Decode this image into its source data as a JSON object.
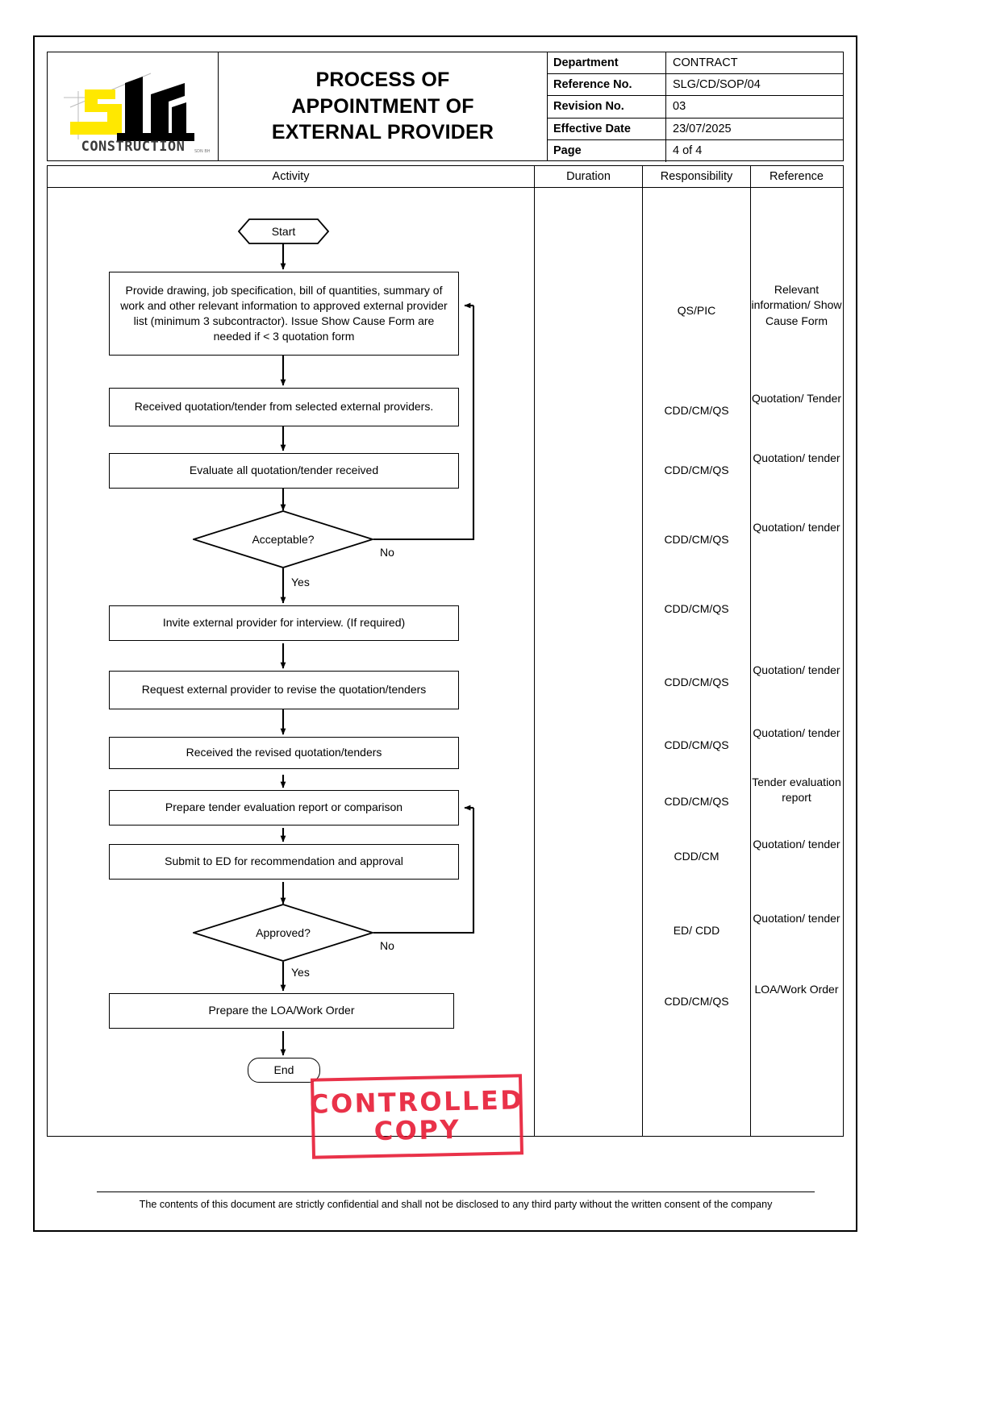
{
  "document": {
    "title_lines": [
      "PROCESS OF",
      "APPOINTMENT OF",
      "EXTERNAL PROVIDER"
    ],
    "title_full": "PROCESS OF APPOINTMENT OF EXTERNAL PROVIDER",
    "logo_text": "CONSTRUCTION",
    "logo_letters": "SLG",
    "logo_colors": {
      "accent": "#FFE800",
      "dark": "#000000"
    }
  },
  "header": {
    "rows": [
      {
        "label": "Department",
        "value": "CONTRACT"
      },
      {
        "label": "Reference No.",
        "value": "SLG/CD/SOP/04"
      },
      {
        "label": "Revision No.",
        "value": "03"
      },
      {
        "label": "Effective Date",
        "value": "23/07/2025"
      },
      {
        "label": "Page",
        "value": "4 of 4"
      }
    ]
  },
  "table": {
    "columns": [
      "Activity",
      "Duration",
      "Responsibility",
      "Reference"
    ],
    "rows": [
      {
        "duration": "",
        "responsibility": "QS/PIC",
        "reference": "Relevant information/ Show Cause Form"
      },
      {
        "duration": "",
        "responsibility": "CDD/CM/QS",
        "reference": "Quotation/ Tender"
      },
      {
        "duration": "",
        "responsibility": "CDD/CM/QS",
        "reference": "Quotation/ tender"
      },
      {
        "duration": "",
        "responsibility": "CDD/CM/QS",
        "reference": "Quotation/ tender"
      },
      {
        "duration": "",
        "responsibility": "CDD/CM/QS",
        "reference": ""
      },
      {
        "duration": "",
        "responsibility": "CDD/CM/QS",
        "reference": "Quotation/ tender"
      },
      {
        "duration": "",
        "responsibility": "CDD/CM/QS",
        "reference": "Quotation/ tender"
      },
      {
        "duration": "",
        "responsibility": "CDD/CM/QS",
        "reference": "Tender evaluation report"
      },
      {
        "duration": "",
        "responsibility": "CDD/CM",
        "reference": "Quotation/ tender"
      },
      {
        "duration": "",
        "responsibility": "ED/ CDD",
        "reference": "Quotation/ tender"
      },
      {
        "duration": "",
        "responsibility": "CDD/CM/QS",
        "reference": "LOA/Work Order"
      }
    ]
  },
  "flowchart": {
    "start_label": "Start",
    "end_label": "End",
    "nodes": [
      {
        "id": "n1",
        "type": "process",
        "text": "Provide drawing, job specification, bill of quantities, summary of work and other relevant information to approved external provider list (minimum 3 subcontractor). Issue Show Cause Form are needed if < 3 quotation form"
      },
      {
        "id": "n2",
        "type": "process",
        "text": "Received quotation/tender from selected external providers."
      },
      {
        "id": "n3",
        "type": "process",
        "text": "Evaluate all quotation/tender received"
      },
      {
        "id": "d1",
        "type": "decision",
        "text": "Acceptable?"
      },
      {
        "id": "n4",
        "type": "process",
        "text": "Invite external provider for interview. (If required)"
      },
      {
        "id": "n5",
        "type": "process",
        "text": "Request external provider to revise the quotation/tenders"
      },
      {
        "id": "n6",
        "type": "process",
        "text": "Received the revised quotation/tenders"
      },
      {
        "id": "n7",
        "type": "process",
        "text": "Prepare tender evaluation report or comparison"
      },
      {
        "id": "n8",
        "type": "process",
        "text": "Submit to ED for recommendation and approval"
      },
      {
        "id": "d2",
        "type": "decision",
        "text": "Approved?"
      },
      {
        "id": "n9",
        "type": "process",
        "text": "Prepare the LOA/Work Order"
      }
    ],
    "edge_labels": {
      "d1_no": "No",
      "d1_yes": "Yes",
      "d2_no": "No",
      "d2_yes": "Yes"
    }
  },
  "stamp": {
    "line1": "CONTROLLED",
    "line2": "COPY",
    "color": "#e8213a"
  },
  "footer": {
    "text": "The contents of this document are strictly confidential and shall not be disclosed to any third party without the written consent of the company"
  }
}
